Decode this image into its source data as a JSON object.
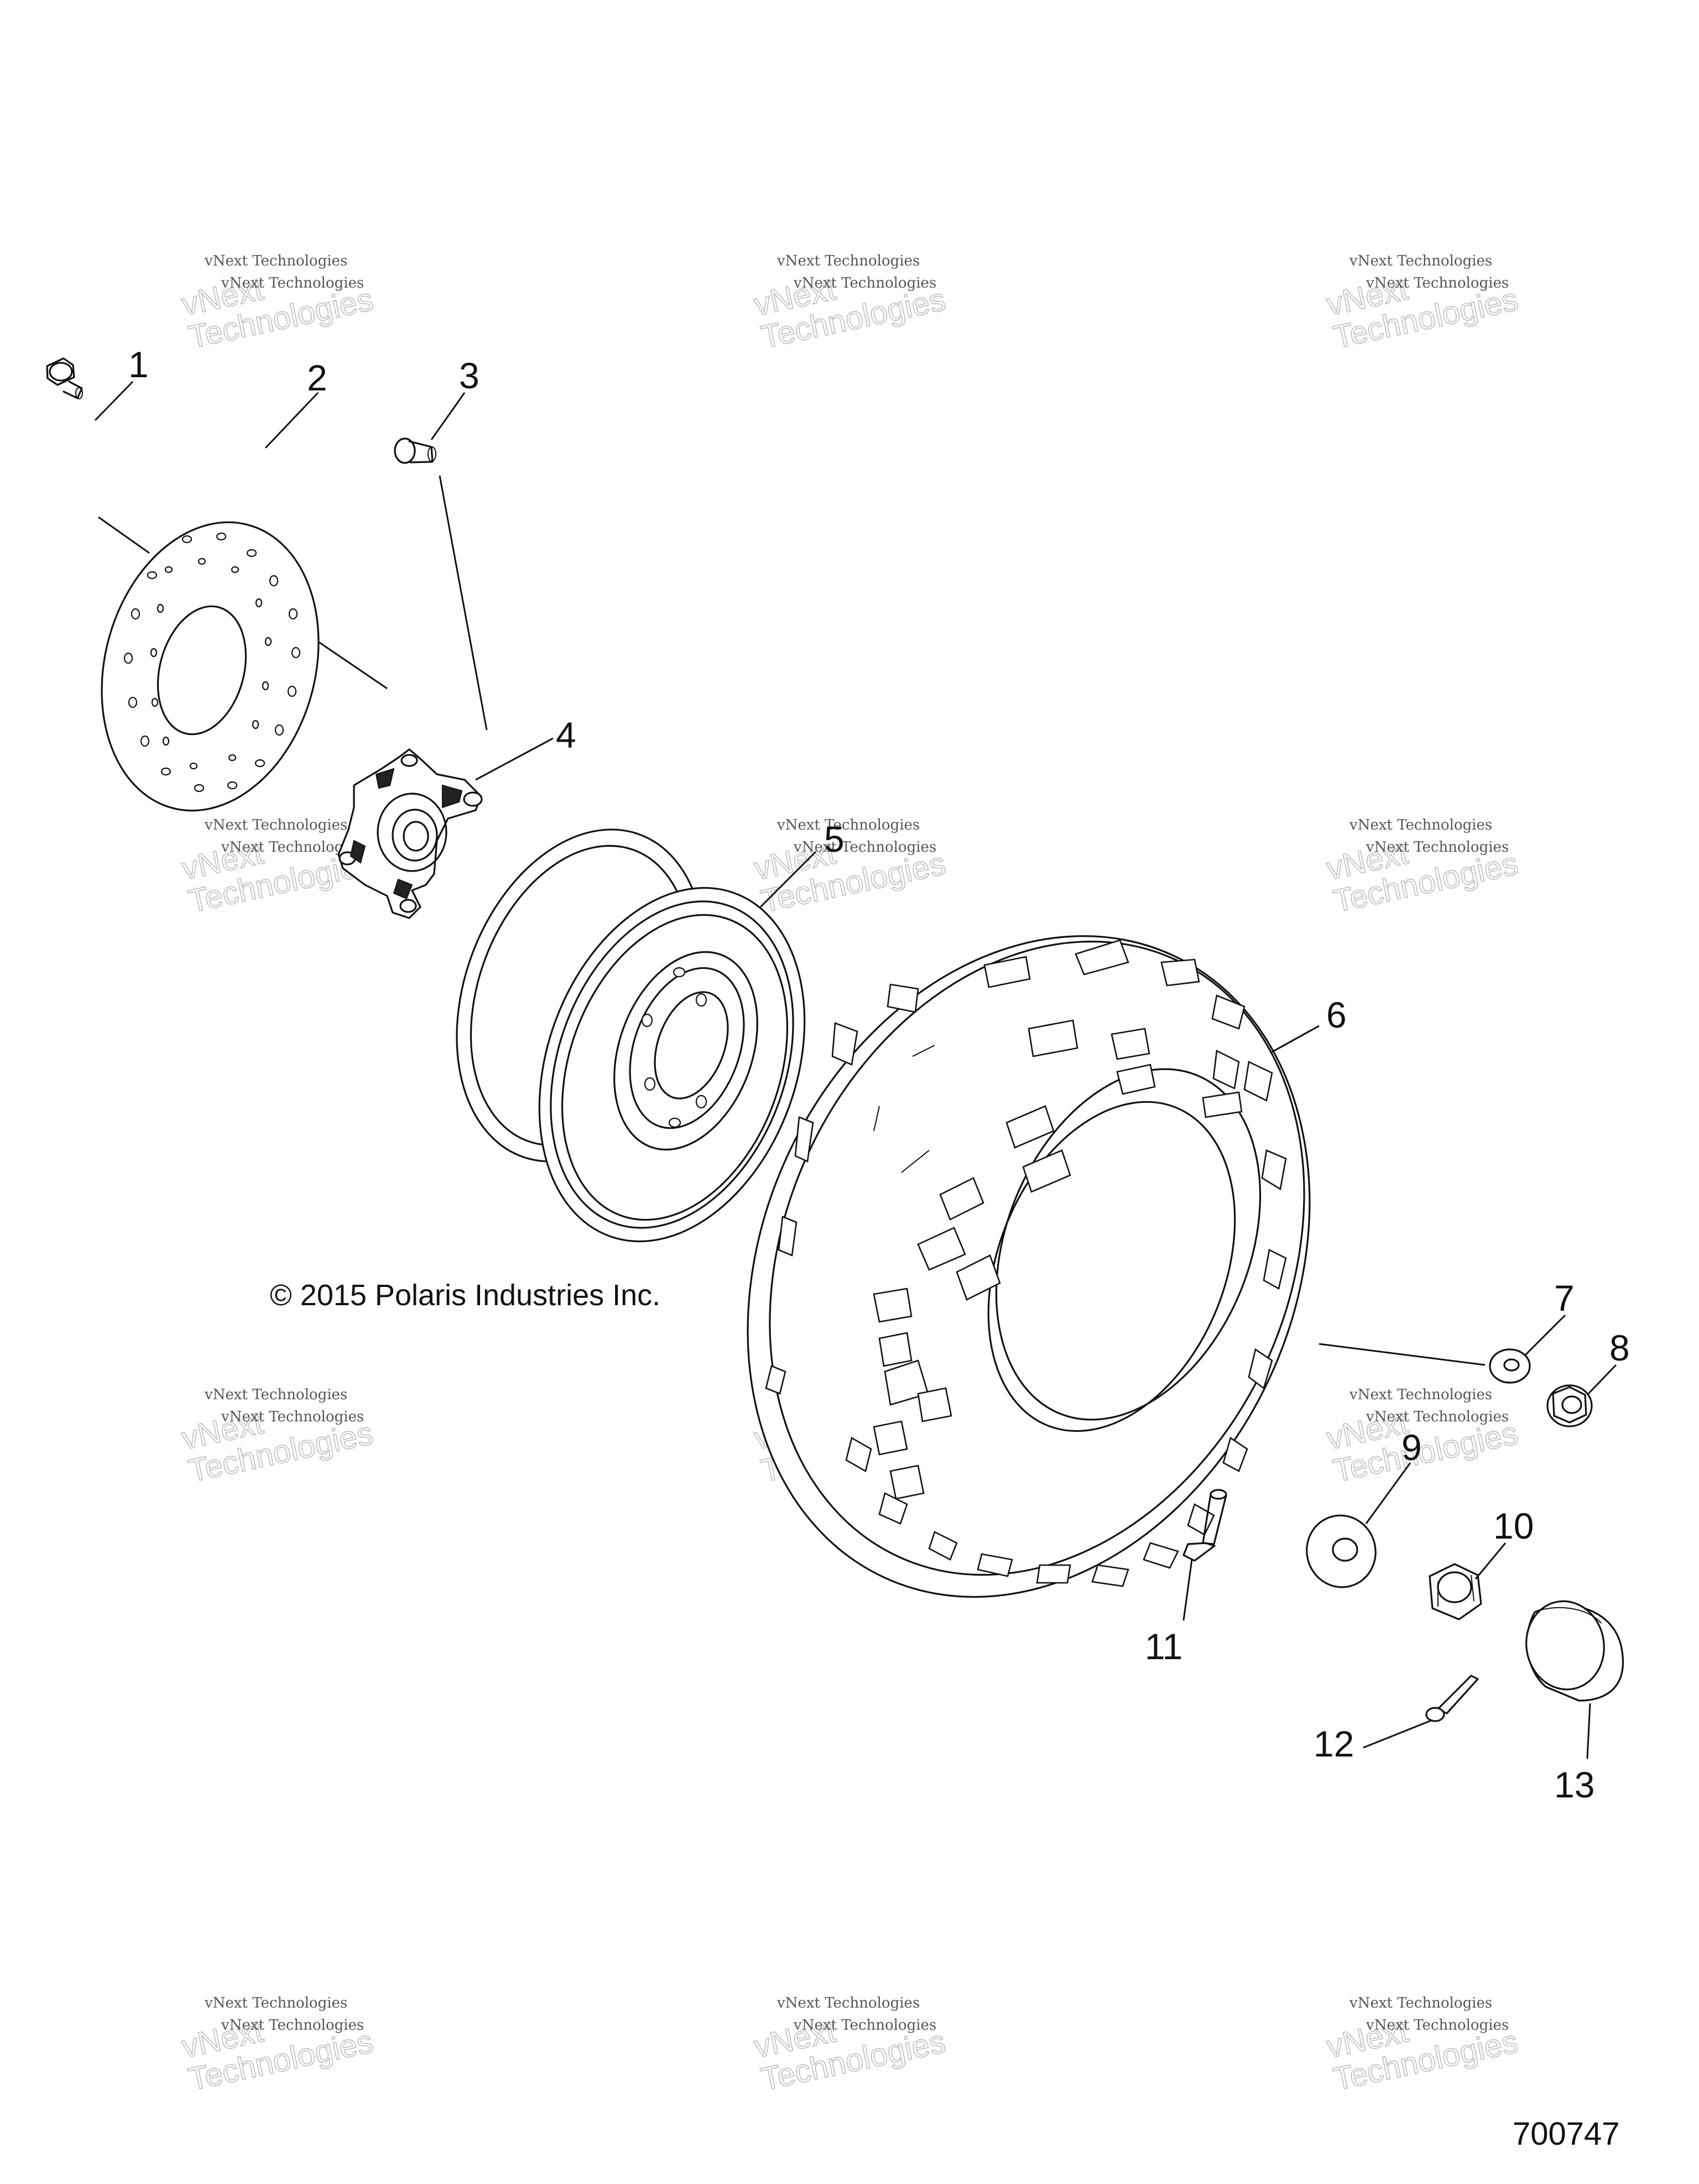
{
  "copyright": "© 2015 Polaris Industries Inc.",
  "document_number": "700747",
  "watermark": {
    "line1": "vNext Technologies",
    "line2": "vNext",
    "line3": "Technologies"
  },
  "callouts": [
    "1",
    "2",
    "3",
    "4",
    "5",
    "6",
    "7",
    "8",
    "9",
    "10",
    "11",
    "12",
    "13"
  ]
}
